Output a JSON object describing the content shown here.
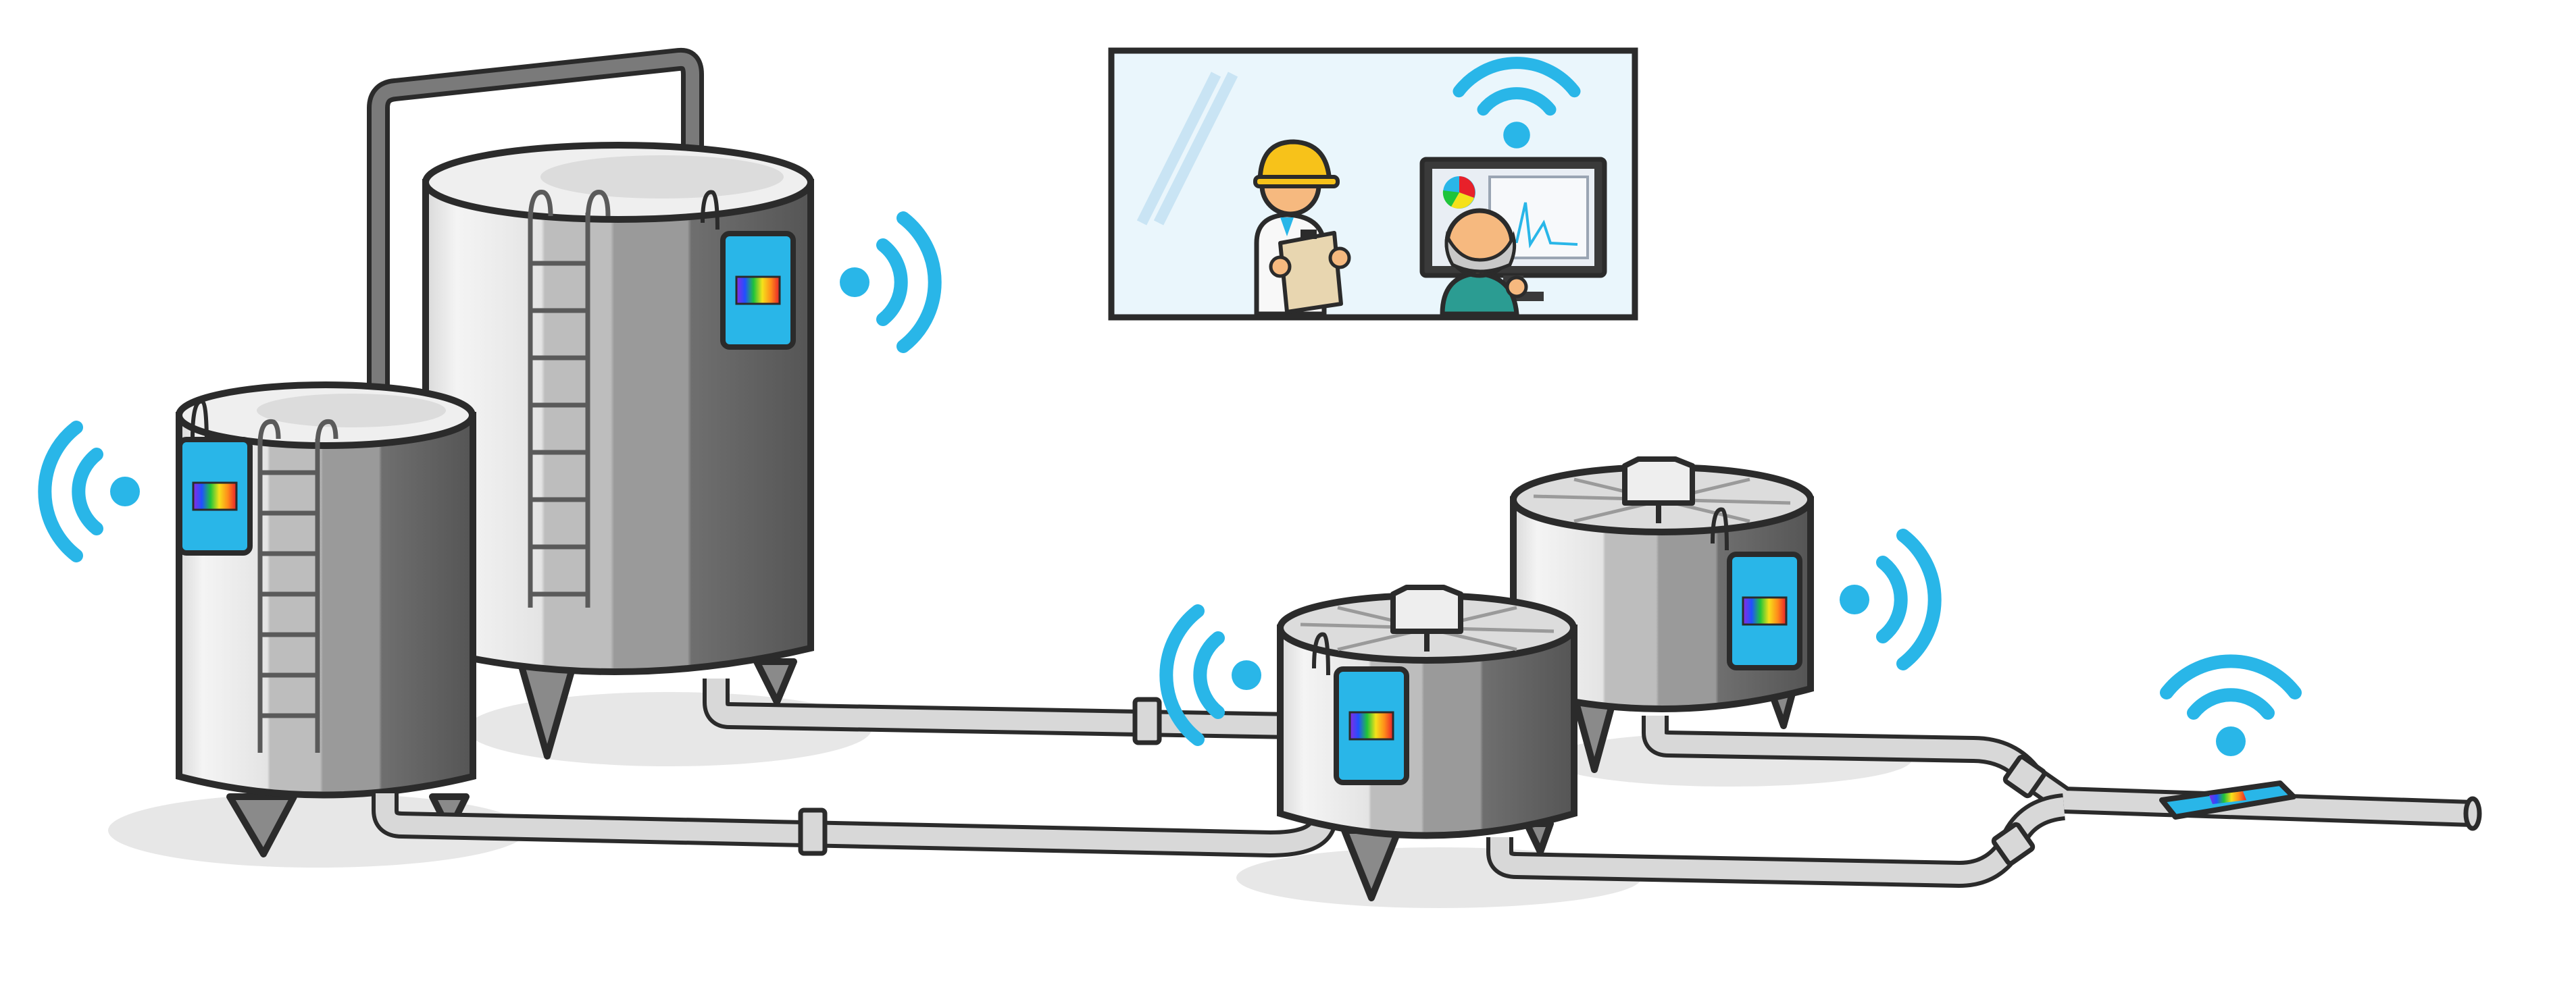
{
  "scene": {
    "background": "#ffffff",
    "colors": {
      "outline": "#2b2b2b",
      "wireless": "#29b6e8",
      "sensor": "#29b6e8",
      "pipe": "#c9c9c9",
      "pipe_light": "#ececec",
      "tank_light": "#e6e6e6",
      "tank_mid": "#b4b4b4",
      "tank_dark": "#6d6d6d",
      "shadow": "#e6e6e6",
      "helmet": "#f7c21a",
      "skin": "#f6b97f",
      "shirt": "#2b9c92"
    },
    "objects": {
      "tanks": [
        "tall-storage-tank",
        "left-storage-tank",
        "mixing-vessel-front",
        "mixing-vessel-back"
      ],
      "sensors": [
        "spectral-sensor",
        "spectral-sensor",
        "spectral-sensor",
        "spectral-sensor",
        "inline-flow-sensor"
      ],
      "wireless_icons": [
        "wifi-icon",
        "wifi-icon",
        "wifi-icon",
        "wifi-icon",
        "wifi-icon",
        "wifi-icon"
      ],
      "control_room": [
        "engineer-with-clipboard",
        "operator-at-monitor",
        "monitor-with-spectrum-chart",
        "pie-chart-icon"
      ]
    }
  }
}
